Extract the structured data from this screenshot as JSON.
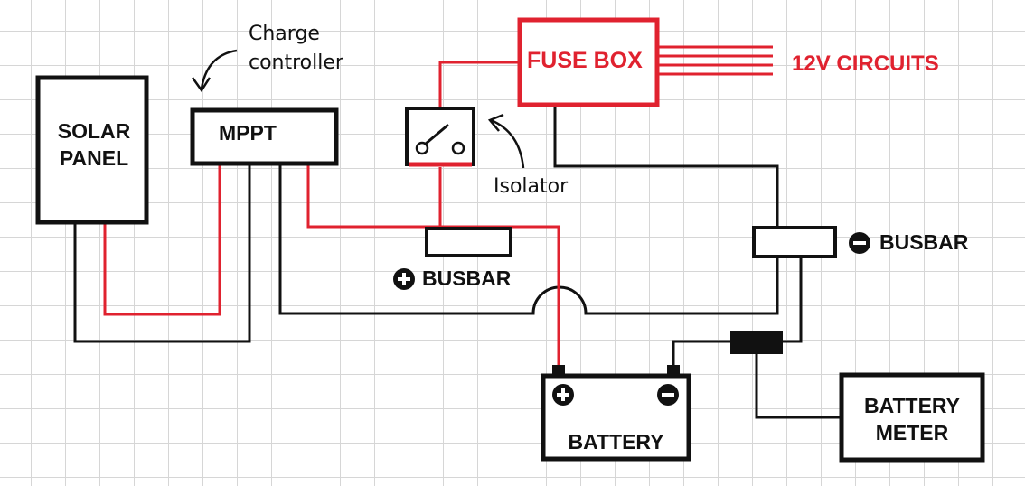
{
  "colors": {
    "positive": "#e0222f",
    "negative": "#111111",
    "grid": "#d6d6d6"
  },
  "components": {
    "solar_panel": {
      "line1": "SOLAR",
      "line2": "PANEL"
    },
    "mppt": {
      "label": "MPPT"
    },
    "charge_controller_note": {
      "line1": "Charge",
      "line2": "controller"
    },
    "isolator_note": "Isolator",
    "fuse_box": {
      "label": "FUSE BOX"
    },
    "circuits": {
      "label": "12V CIRCUITS"
    },
    "positive_busbar": {
      "label": "BUSBAR",
      "icon": "plus-circle-icon"
    },
    "negative_busbar": {
      "label": "BUSBAR",
      "icon": "minus-circle-icon"
    },
    "battery": {
      "label": "BATTERY",
      "terminals": [
        "plus-circle-icon",
        "minus-circle-icon"
      ]
    },
    "battery_meter": {
      "line1": "BATTERY",
      "line2": "METER"
    }
  }
}
